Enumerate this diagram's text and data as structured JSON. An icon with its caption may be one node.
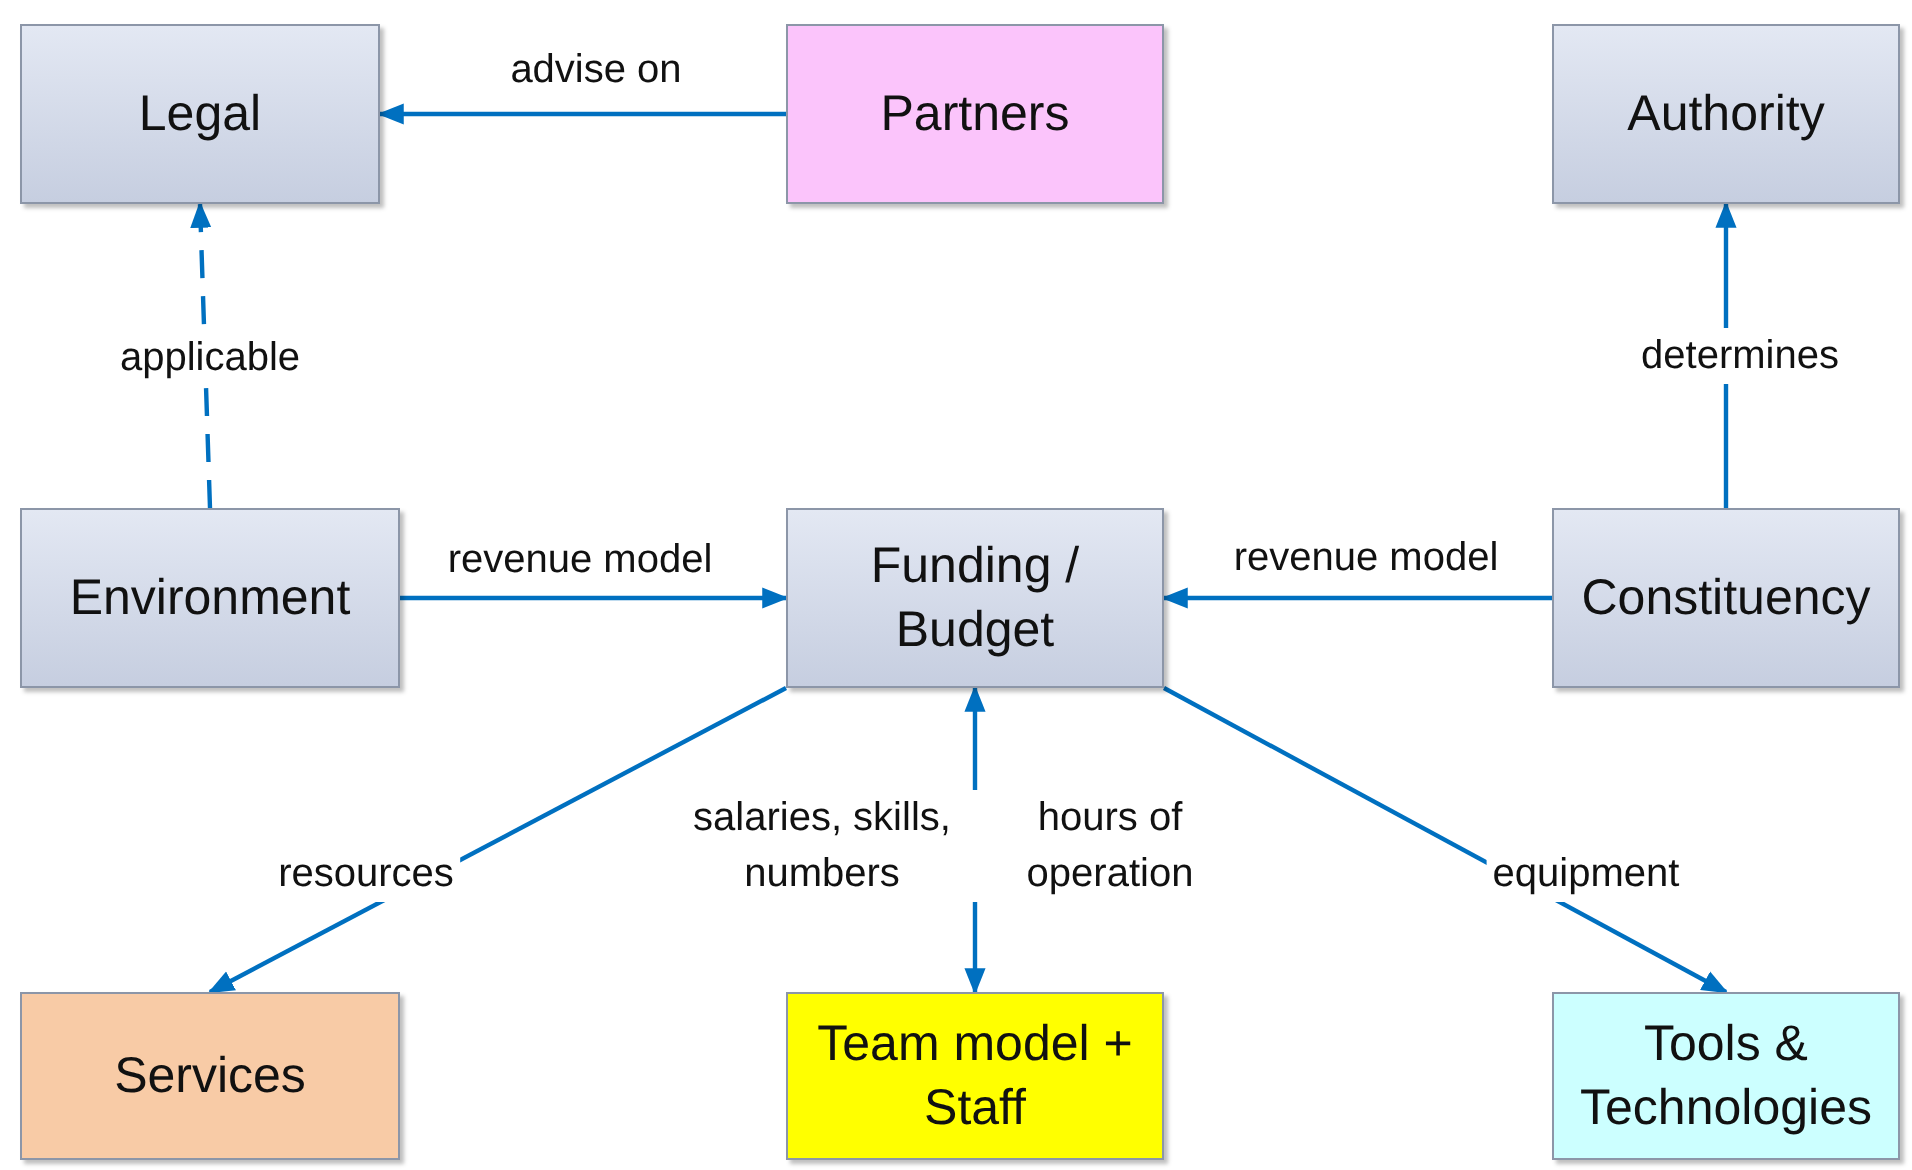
{
  "diagram": {
    "nodes": [
      {
        "text": [
          "Legal"
        ]
      },
      {
        "text": [
          "Partners"
        ]
      },
      {
        "text": [
          "Authority"
        ]
      },
      {
        "text": [
          "Environment"
        ]
      },
      {
        "text": [
          "Funding / Budget"
        ]
      },
      {
        "text": [
          "Constituency"
        ]
      },
      {
        "text": [
          "Services"
        ]
      },
      {
        "text": [
          "Team model + Staff"
        ]
      },
      {
        "text": [
          "Tools & Technologies"
        ]
      }
    ],
    "edges": [
      {
        "from": 1,
        "to": 0,
        "arrow": "to",
        "label": "advise on"
      },
      {
        "from": 3,
        "to": 0,
        "arrow": "to",
        "label": "applicable",
        "style": "dashed"
      },
      {
        "from": 5,
        "to": 2,
        "arrow": "to",
        "label": "determines"
      },
      {
        "from": 3,
        "to": 4,
        "arrow": "to",
        "label": "revenue model"
      },
      {
        "from": 5,
        "to": 4,
        "arrow": "to",
        "label": "revenue model"
      },
      {
        "from": 4,
        "to": 6,
        "arrow": "to",
        "label": "resources"
      },
      {
        "from": 4,
        "to": 7,
        "arrow": "both",
        "label": "salaries, skills, numbers"
      },
      {
        "from": 4,
        "to": 8,
        "arrow": "to",
        "label": "equipment"
      }
    ],
    "labels": [
      "hours of operation"
    ]
  }
}
